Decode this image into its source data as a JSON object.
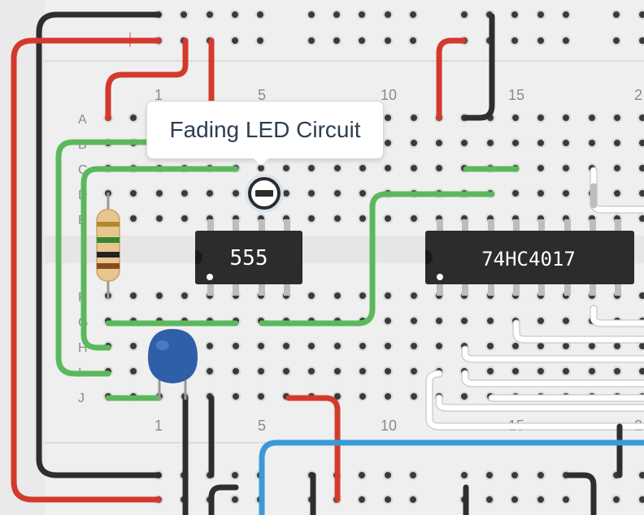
{
  "tooltip": {
    "text": "Fading LED Circuit"
  },
  "board": {
    "column_numbers": [
      "1",
      "5",
      "10",
      "15",
      "2"
    ],
    "row_letters": [
      "A",
      "B",
      "C",
      "D",
      "E",
      "F",
      "G",
      "H",
      "I",
      "J"
    ]
  },
  "chips": [
    {
      "label": "555"
    },
    {
      "label": "74HC4017"
    }
  ],
  "colors": {
    "board": "#efefef",
    "rail_red": "#d33a2c",
    "wire_black": "#2e2e2e",
    "wire_green": "#5cb85c",
    "wire_blue": "#3a9ad9",
    "wire_white": "#ffffff",
    "chip": "#2c2c2c",
    "capacitor": "#2f5fa8"
  },
  "icons": {
    "minus_button": "minus-circle-icon",
    "resistor": "resistor-icon",
    "capacitor": "capacitor-icon"
  }
}
